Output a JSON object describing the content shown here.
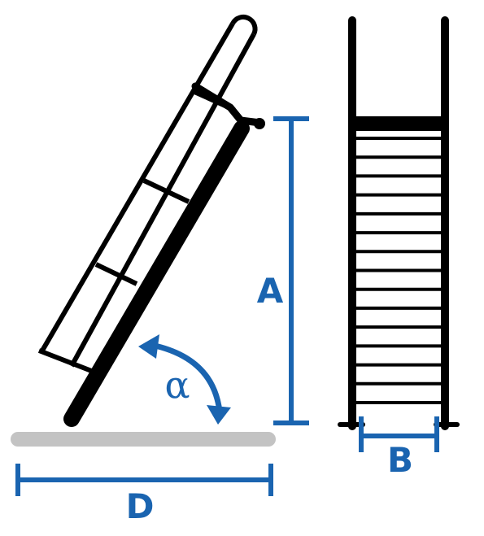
{
  "labels": {
    "height": "A",
    "width": "B",
    "depth": "D",
    "angle": "α"
  },
  "colors": {
    "dimension": "#1a64b0",
    "ladder": "#000000",
    "floor": "#c3c3c3",
    "background": "#ffffff"
  },
  "side_view": {
    "rungs_between_rails": 3
  },
  "front_view": {
    "steps": 15
  }
}
